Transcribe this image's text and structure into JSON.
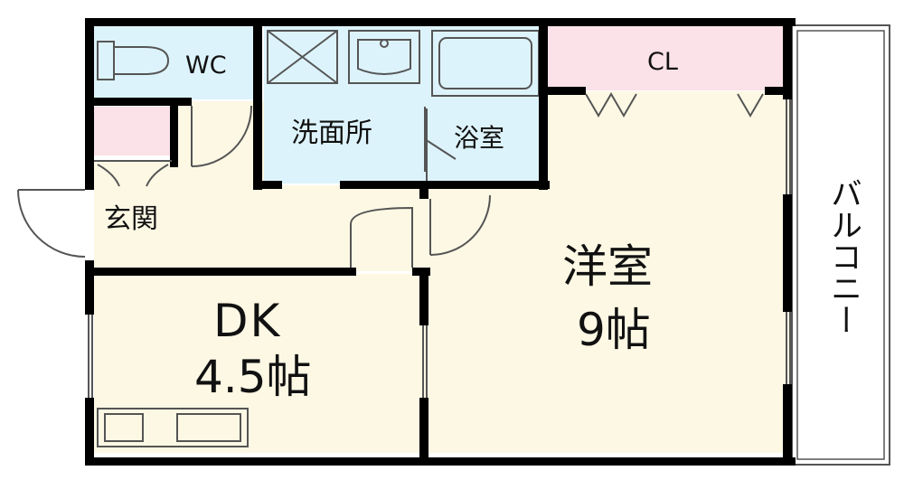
{
  "rooms": {
    "wc": "WC",
    "closet": "CL",
    "washroom": "洗面所",
    "bathroom": "浴室",
    "entrance": "玄関",
    "western_room": "洋室",
    "western_room_size": "9帖",
    "dk": "DK",
    "dk_size": "4.5帖"
  },
  "balcony": "バルコニー",
  "colors": {
    "wall": "#000000",
    "floor": "#fdf8e4",
    "wet_area": "#ddf3fb",
    "storage": "#fbe1e8",
    "outline": "#555555"
  }
}
